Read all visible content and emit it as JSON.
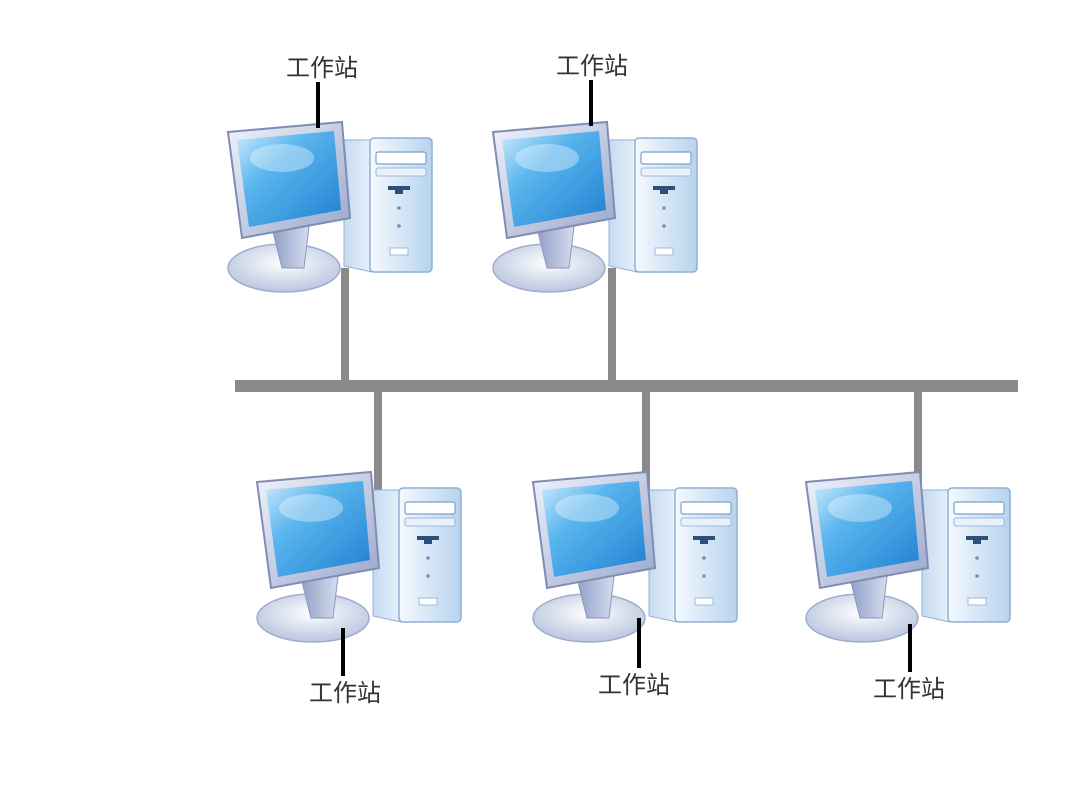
{
  "diagram": {
    "colors": {
      "bus": "#8a8a8a",
      "leader": "#000000",
      "screen": "#3d9de0",
      "bezel": "#c5cfe8",
      "case": "#dcebf8"
    },
    "workstations": [
      {
        "label": "工作站",
        "icon": "computer-icon"
      },
      {
        "label": "工作站",
        "icon": "computer-icon"
      },
      {
        "label": "工作站",
        "icon": "computer-icon"
      },
      {
        "label": "工作站",
        "icon": "computer-icon"
      },
      {
        "label": "工作站",
        "icon": "computer-icon"
      }
    ]
  }
}
